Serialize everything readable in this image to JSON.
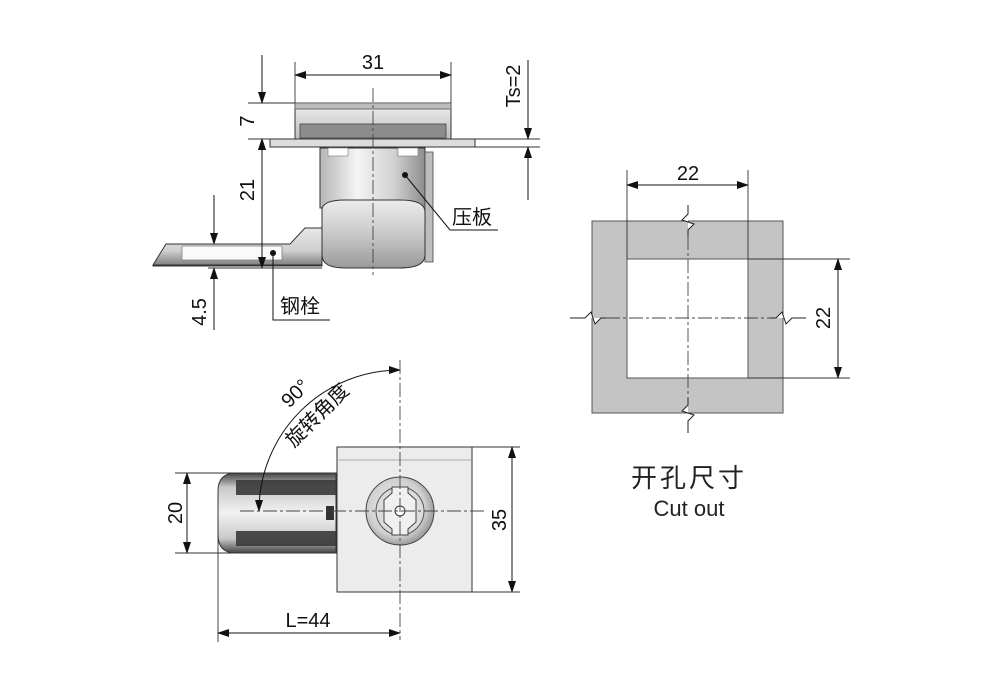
{
  "side_view": {
    "dim_width": "31",
    "dim_head_height": "7",
    "dim_ts": "Ts=2",
    "dim_body_height": "21",
    "dim_bolt_thickness": "4.5",
    "label_pressure_plate": "压板",
    "label_steel_bolt": "钢栓"
  },
  "cutout_view": {
    "dim_width": "22",
    "dim_height": "22",
    "caption_cn": "开孔尺寸",
    "caption_en": "Cut out"
  },
  "top_view": {
    "angle": "90°",
    "rotation_label": "旋转角度",
    "dim_bolt_width": "20",
    "dim_body_height": "35",
    "dim_length": "L=44"
  },
  "colors": {
    "line": "#111111",
    "metal_light": "#e6e6e6",
    "metal_mid": "#c8c8c8",
    "metal_dark": "#555555",
    "panel_gray": "#c4c4c4"
  }
}
